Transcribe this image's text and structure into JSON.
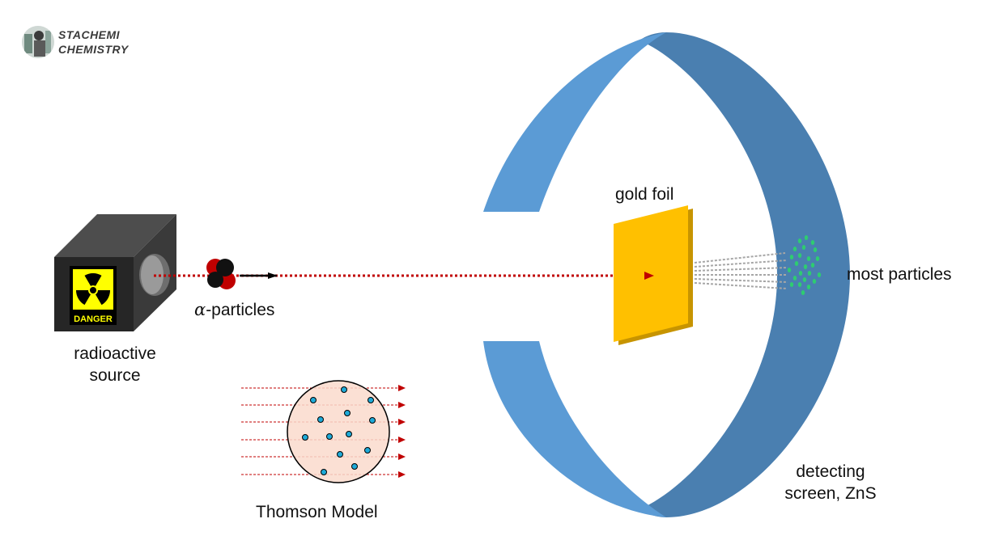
{
  "brand": {
    "line1": "STACHEMI",
    "line2": "CHEMISTRY",
    "logo_icon": "scientist-avatar-icon"
  },
  "labels": {
    "source_line1": "radioactive",
    "source_line2": "source",
    "warning": "DANGER",
    "alpha_symbol": "α",
    "alpha_rest": "-particles",
    "gold_foil": "gold foil",
    "most_particles": "most particles",
    "screen_line1": "detecting",
    "screen_line2": "screen, ZnS",
    "thomson": "Thomson Model"
  },
  "colors": {
    "ring_light": "#5b9bd5",
    "ring_dark": "#4a7fb0",
    "gold": "#ffc000",
    "gold_edge": "#c79400",
    "beam": "#c00000",
    "flash": "#2ecc71",
    "thomson_fill": "#fadbcd",
    "electron": "#1eaad8",
    "box_front": "#262626",
    "box_top": "#4d4d4d",
    "box_side": "#3a3a3a",
    "sign_yellow": "#ffff00"
  },
  "icons": {
    "radiation": "radiation-trefoil-icon",
    "alpha_particle": "alpha-particle-icon"
  }
}
